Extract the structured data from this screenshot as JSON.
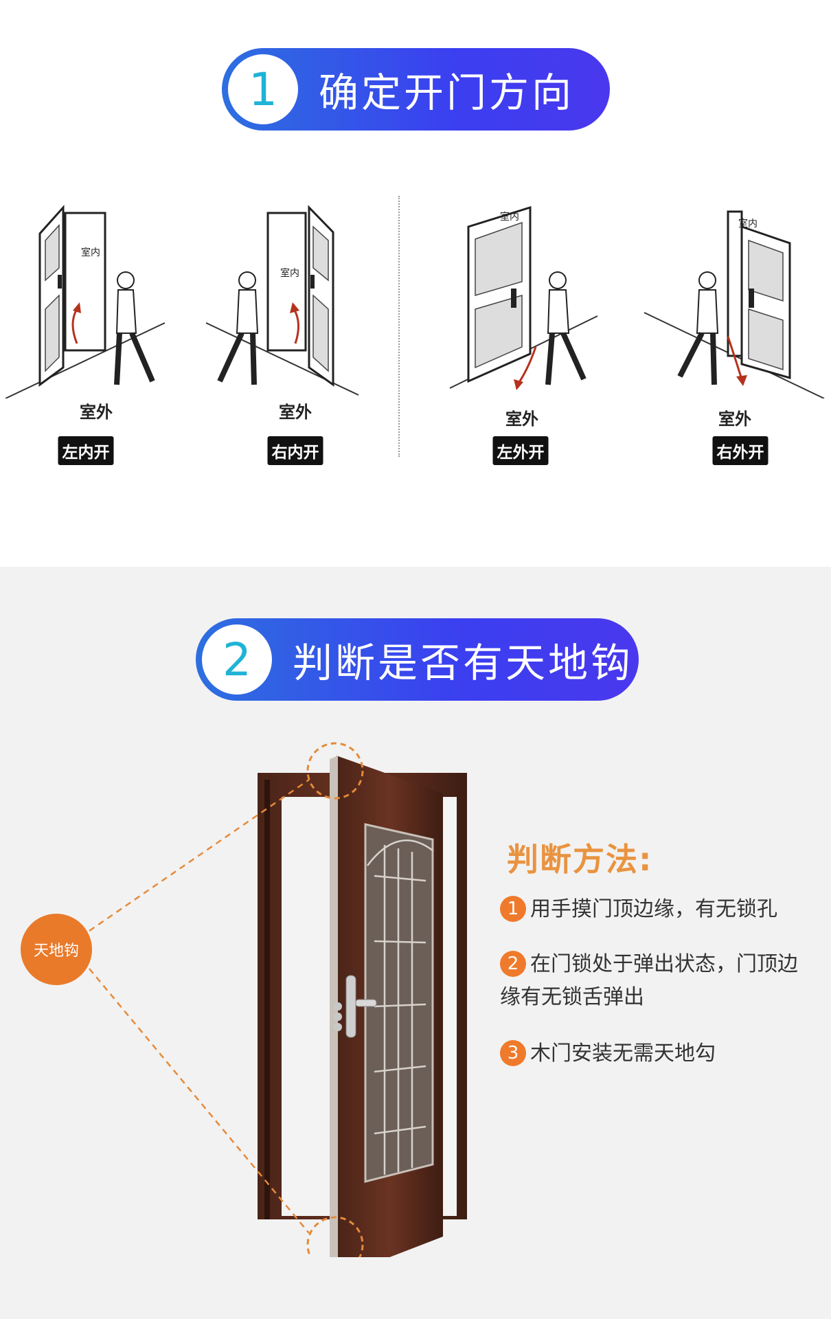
{
  "section1": {
    "number": "1",
    "title": "确定开门方向",
    "doors": [
      {
        "indoor": "室内",
        "outdoor": "室外",
        "label": "左内开"
      },
      {
        "indoor": "室内",
        "outdoor": "室外",
        "label": "右内开"
      },
      {
        "indoor": "室内",
        "outdoor": "室外",
        "label": "左外开"
      },
      {
        "indoor": "室内",
        "outdoor": "室外",
        "label": "右外开"
      }
    ]
  },
  "section2": {
    "number": "2",
    "title": "判断是否有天地钩",
    "hook_label": "天地钩",
    "method_title": "判断方法:",
    "methods": [
      {
        "num": "1",
        "text": "用手摸门顶边缘，有无锁孔"
      },
      {
        "num": "2",
        "text": "在门锁处于弹出状态，门顶边缘有无锁舌弹出"
      },
      {
        "num": "3",
        "text": "木门安装无需天地勾"
      }
    ]
  },
  "colors": {
    "pill_gradient_start": "#2d6fe0",
    "pill_gradient_end": "#4a38ee",
    "number_color": "#1fb3d6",
    "accent_orange": "#ef7a2c",
    "method_title_color": "#e99340"
  }
}
